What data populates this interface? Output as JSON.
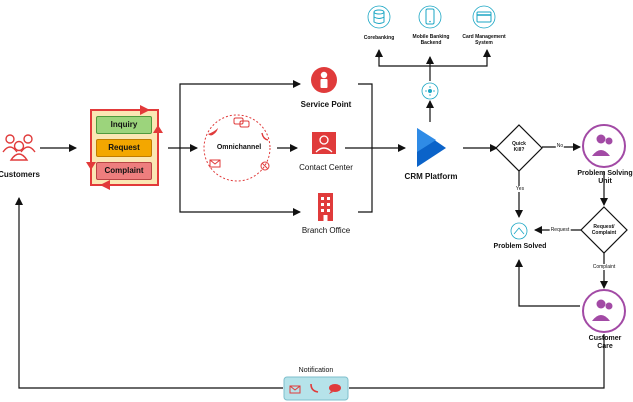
{
  "customers": {
    "label": "Customers"
  },
  "channels": {
    "items": [
      {
        "label": "Inquiry",
        "color": "#9cd47c"
      },
      {
        "label": "Request",
        "color": "#f3a700"
      },
      {
        "label": "Complaint",
        "color": "#ee7e7e"
      }
    ],
    "frame_color": "#e23a3a",
    "fill_color": "#fbe7b4"
  },
  "omnichannel": {
    "label": "Omnichannel"
  },
  "service_point": {
    "label": "Service Point"
  },
  "contact_center": {
    "label": "Contact Center"
  },
  "branch_office": {
    "label": "Branch Office"
  },
  "crm": {
    "label": "CRM Platform"
  },
  "systems": [
    {
      "label_lines": [
        "Corebanking"
      ],
      "icon": "database-icon"
    },
    {
      "label_lines": [
        "Mobile Banking",
        "Backend"
      ],
      "icon": "mobile-phone-icon"
    },
    {
      "label_lines": [
        "Card Management",
        "System"
      ],
      "icon": "credit-card-icon"
    }
  ],
  "decision_quick_kill": {
    "lines": [
      "Quick",
      "Kill?"
    ]
  },
  "branch_yes": "Yes",
  "branch_no": "No",
  "problem_solving_unit": {
    "lines": [
      "Problem Solving",
      "Unit"
    ]
  },
  "decision_request_complaint": {
    "lines": [
      "Request/",
      "Complaint"
    ]
  },
  "edge_request": "Request",
  "edge_complaint": "Complaint",
  "problem_solved": {
    "label": "Problem Solved"
  },
  "customer_care": {
    "lines": [
      "Customer",
      "Care"
    ]
  },
  "notification": {
    "label": "Notification"
  },
  "colors": {
    "accent_red": "#e03b3b",
    "crm_blue": "#0b63c9",
    "purple": "#a24aa5",
    "teal": "#1aa6c4",
    "notification_fill": "#b6e3ea"
  }
}
